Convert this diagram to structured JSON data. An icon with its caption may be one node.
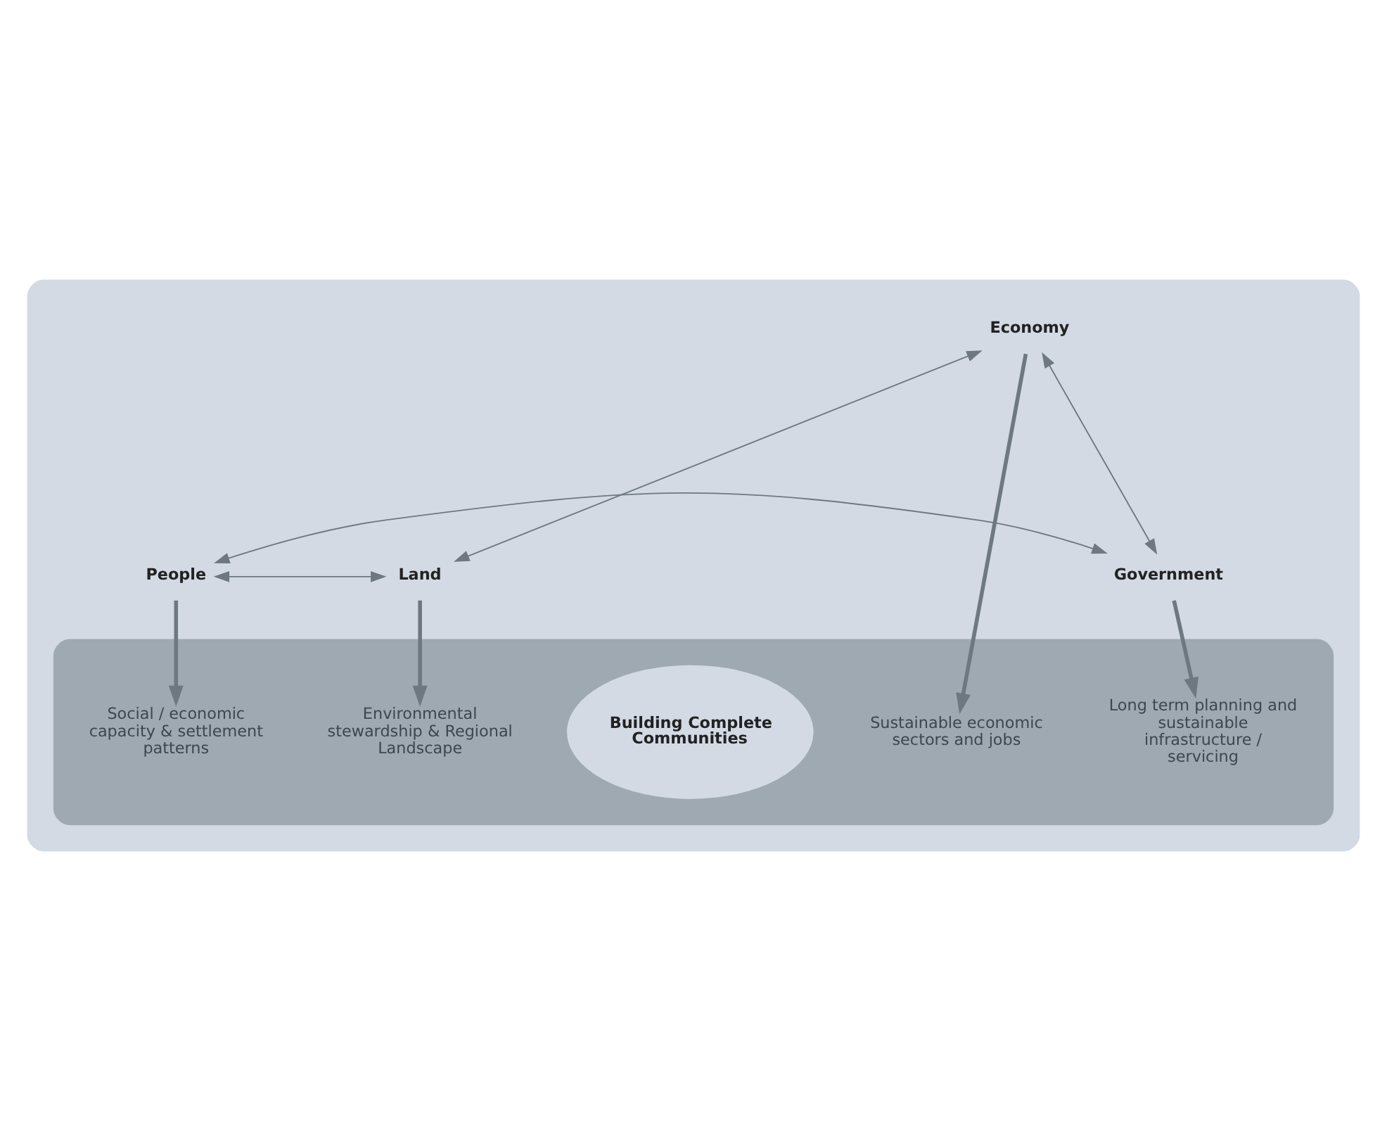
{
  "diagram": {
    "nodes": [
      {
        "text": [],
        "shape": "ellipse"
      },
      {
        "text": [
          "Land"
        ],
        "in": 0
      },
      {
        "text": [
          "Economy"
        ],
        "in": 0
      },
      {
        "text": [],
        "shape": "ellipse",
        "in": 0
      },
      {
        "text": [
          "Environmental stewardship & Regional Landscape"
        ],
        "in": 3
      },
      {
        "text": [
          "Sustainable economic sectors and jobs"
        ],
        "in": 3
      },
      {
        "text": [
          "Building Complete Communities"
        ],
        "in": 3
      },
      {
        "text": [
          "Social / economic capacity & settlement patterns"
        ],
        "in": 3
      },
      {
        "text": [
          "Long term planning and sustainable infrastructure / servicing"
        ],
        "in": 3
      },
      {
        "text": [
          "People"
        ],
        "in": 0
      },
      {
        "text": [
          "Government"
        ],
        "in": 0
      }
    ],
    "edges": [
      {
        "from": 1,
        "to": 2,
        "arrow": "both"
      },
      {
        "from": 2,
        "to": 10,
        "arrow": "both"
      },
      {
        "from": 10,
        "to": 9,
        "arrow": "both"
      },
      {
        "from": 9,
        "to": 1,
        "arrow": "both"
      },
      {
        "from": 1,
        "to": 4,
        "arrow": "to",
        "style": "thick"
      },
      {
        "from": 2,
        "to": 5,
        "arrow": "to",
        "style": "thick"
      },
      {
        "from": 9,
        "to": 7,
        "arrow": "to",
        "style": "thick"
      },
      {
        "from": 10,
        "to": 8,
        "arrow": "to",
        "style": "thick"
      }
    ]
  }
}
